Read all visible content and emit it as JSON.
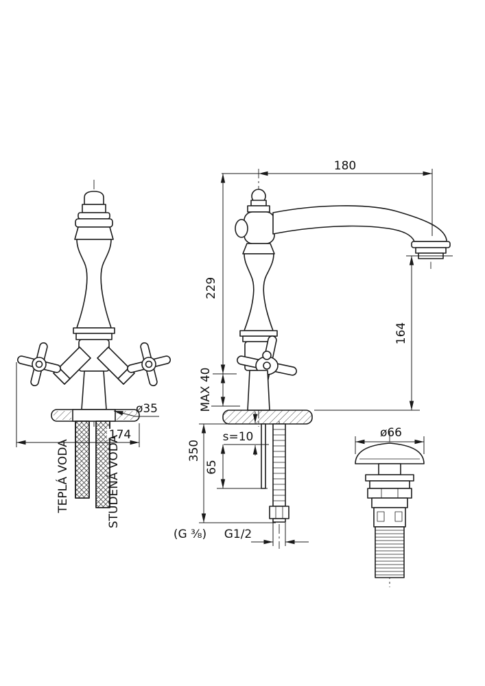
{
  "drawing": {
    "type": "faucet-technical-drawing",
    "colors": {
      "ink": "#1a1a1a",
      "paper": "#ffffff"
    },
    "dimensions": {
      "spout_reach": "180",
      "height_to_spout": "229",
      "outlet_height": "164",
      "max_deck": "MAX 40",
      "body_diameter": "ø35",
      "overall_width": "174",
      "deck_thickness": "s=10",
      "rod_length": "65",
      "hose_length": "350",
      "thread_alt": "(G ⅜)",
      "thread_main": "G1/2",
      "drain_diameter": "ø66"
    },
    "labels": {
      "hot_water": "TEPLÁ VODA",
      "cold_water": "STUDENÁ VODA"
    }
  }
}
